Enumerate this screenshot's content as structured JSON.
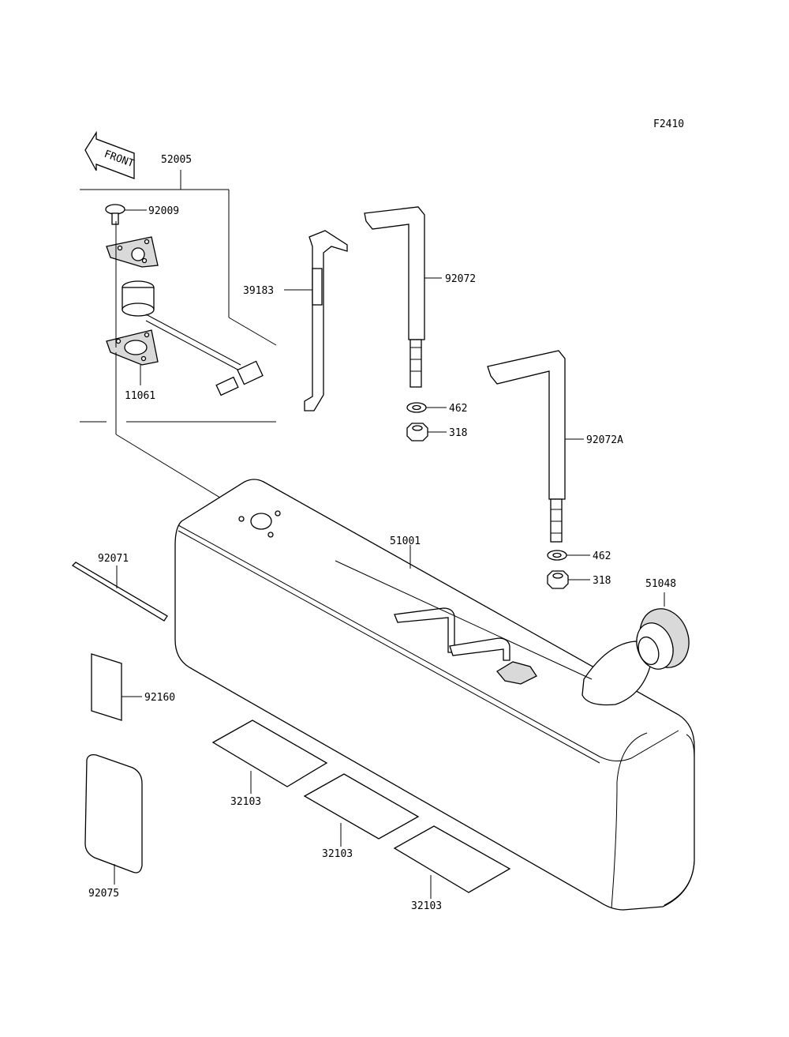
{
  "figure_code": "F2410",
  "front_label": "FRONT",
  "callouts": {
    "p52005": "52005",
    "p92009": "92009",
    "p11061": "11061",
    "p39183": "39183",
    "p92072": "92072",
    "p462_a": "462",
    "p318_a": "318",
    "p92072A": "92072A",
    "p462_b": "462",
    "p318_b": "318",
    "p51001": "51001",
    "p92071": "92071",
    "p51048": "51048",
    "p92160": "92160",
    "p32103_a": "32103",
    "p32103_b": "32103",
    "p32103_c": "32103",
    "p92075": "92075"
  }
}
